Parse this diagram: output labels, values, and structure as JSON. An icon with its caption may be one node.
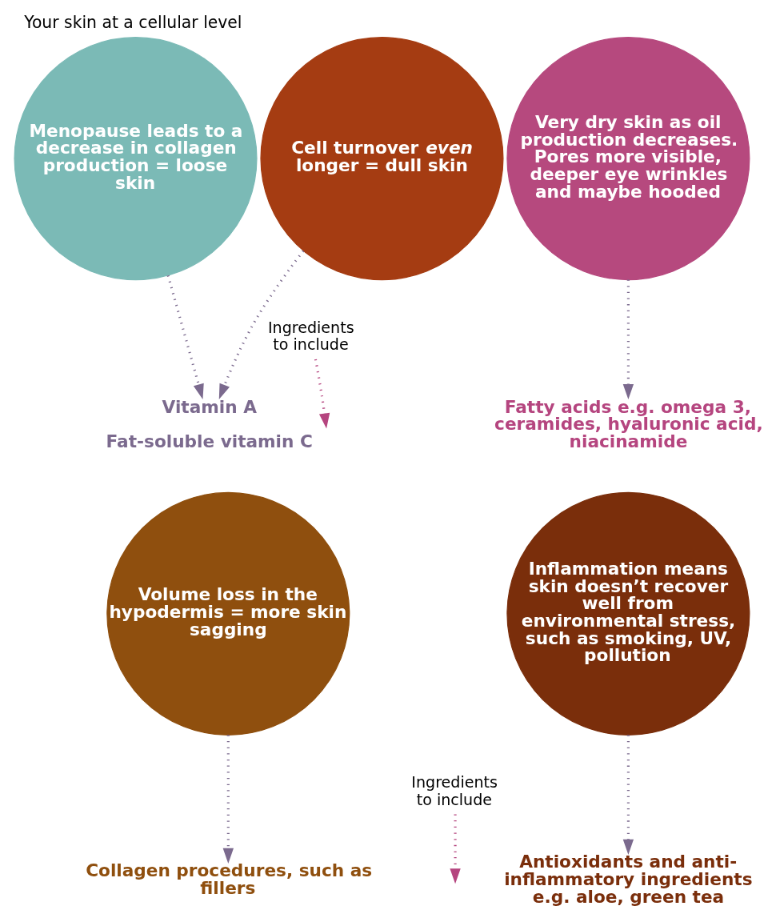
{
  "diagram": {
    "title": "Your skin at a cellular level",
    "nodes": [
      {
        "text": [
          "Menopause leads to a decrease in collagen production = loose skin"
        ]
      },
      {
        "text": [
          "Cell turnover *even* longer = dull skin"
        ]
      },
      {
        "text": [
          "Very dry skin as oil production decreases. Pores more visible, deeper eye wrinkles and maybe hooded"
        ]
      },
      {
        "text": [
          "Vitamin A",
          "Fat-soluble vitamin C"
        ]
      },
      {
        "text": [
          "Fatty acids e.g. omega 3, ceramides, hyaluronic acid, niacinamide"
        ]
      },
      {
        "text": [
          "Volume loss in the hypodermis = more skin sagging"
        ]
      },
      {
        "text": [
          "Inflammation means skin doesn’t recover well from environmental stress, such as smoking, UV, pollution"
        ]
      },
      {
        "text": [
          "Collagen procedures, such as fillers"
        ]
      },
      {
        "text": [
          "Antioxidants and anti-inflammatory ingredients e.g. aloe, green tea"
        ]
      }
    ],
    "edges": [
      {
        "from": 0,
        "to": 3,
        "arrow": "to"
      },
      {
        "from": 1,
        "to": 3,
        "arrow": "to"
      },
      {
        "from": 2,
        "to": 4,
        "arrow": "to"
      },
      {
        "from": 5,
        "to": 7,
        "arrow": "to"
      },
      {
        "from": 6,
        "to": 8,
        "arrow": "to"
      }
    ],
    "legend": [
      {
        "text": "Ingredients to include"
      },
      {
        "text": "Ingredients to include"
      }
    ]
  }
}
